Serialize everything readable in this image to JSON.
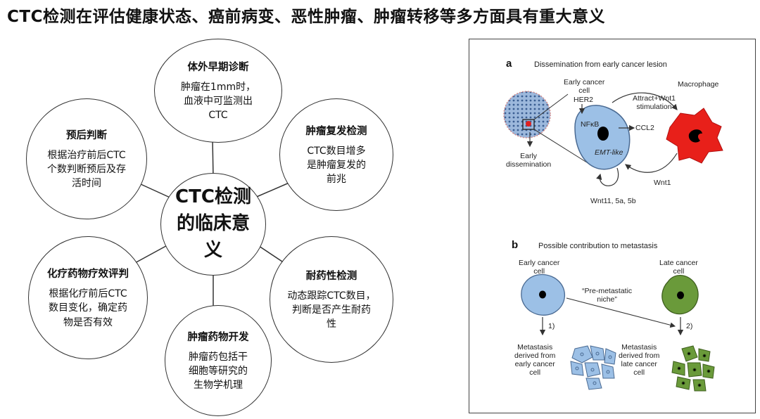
{
  "title": "CTC检测在评估健康状态、癌前病变、恶性肿瘤、肿瘤转移等多方面具有重大意义",
  "center": {
    "lines": [
      "CTC检测",
      "的临床意",
      "义"
    ]
  },
  "nodes": [
    {
      "id": "early",
      "heading": "体外早期诊断",
      "lines": [
        "肿瘤在1mm时，",
        "血液中可监测出",
        "CTC"
      ]
    },
    {
      "id": "recurrence",
      "heading": "肿瘤复发检测",
      "lines": [
        "CTC数目增多",
        "是肿瘤复发的",
        "前兆"
      ]
    },
    {
      "id": "resistance",
      "heading": "耐药性检测",
      "lines": [
        "动态跟踪CTC数目，",
        "判断是否产生耐药",
        "性"
      ]
    },
    {
      "id": "drug-dev",
      "heading": "肿瘤药物开发",
      "lines": [
        "肿瘤药包括干",
        "细胞等研究的",
        "生物学机理"
      ]
    },
    {
      "id": "chemo",
      "heading": "化疗药物疗效评判",
      "lines": [
        "根据化疗前后CTC",
        "数目变化，确定药",
        "物是否有效"
      ]
    },
    {
      "id": "prognosis",
      "heading": "预后判断",
      "lines": [
        "根据治疗前后CTC",
        "个数判断预后及存",
        "活时间"
      ]
    }
  ],
  "figure": {
    "a": {
      "letter": "a",
      "header": "Dissemination from early cancer lesion",
      "early_cancer_cell": [
        "Early cancer",
        "cell"
      ],
      "her2": "HER2",
      "nfkb": "NFκB",
      "ccl2": "CCL2",
      "emt": "EMT-like",
      "macrophage": "Macrophage",
      "attract": [
        "Attract+Wnt1",
        "stimulation"
      ],
      "early_dissemination": [
        "Early",
        "dissemination"
      ],
      "wnt1": "Wnt1",
      "wnt11": "Wnt11, 5a, 5b"
    },
    "b": {
      "letter": "b",
      "header": "Possible contribution to metastasis",
      "early_cancer_cell": [
        "Early cancer",
        "cell"
      ],
      "late_cancer_cell": [
        "Late cancer",
        "cell"
      ],
      "niche": [
        "“Pre-metastatic",
        "niche”"
      ],
      "step1": "1)",
      "step2": "2)",
      "met_early": [
        "Metastasis",
        "derived from",
        "early cancer",
        "cell"
      ],
      "met_late": [
        "Metastasis",
        "derived from",
        "late cancer",
        "cell"
      ]
    },
    "colors": {
      "blue_cell": "#9cc0e6",
      "green_cell": "#6a9a3a",
      "macrophage": "#e8201a",
      "nucleus": "#000000"
    }
  }
}
